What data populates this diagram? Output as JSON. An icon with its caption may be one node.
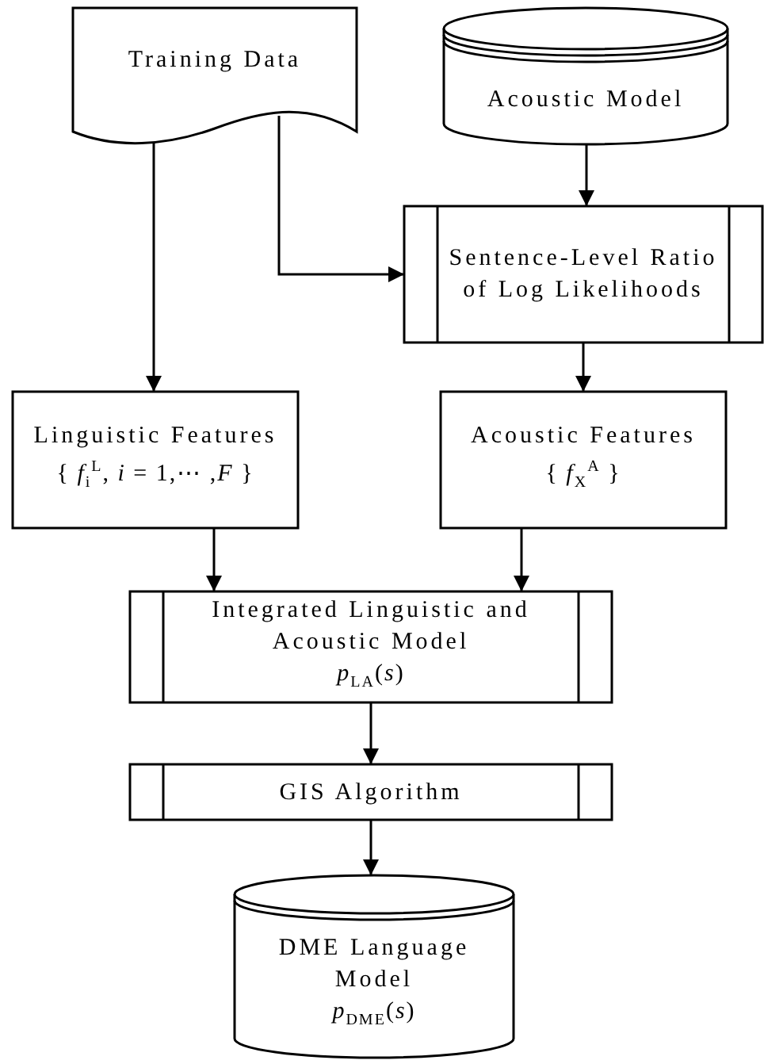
{
  "diagram": {
    "nodes": [
      {
        "text": [
          "Training Data"
        ]
      },
      {
        "text": [
          "Acoustic Model"
        ]
      },
      {
        "text": [
          "Sentence-Level Ratio of Log Likelihoods"
        ]
      },
      {
        "text": [
          "Linguistic Features",
          "{ *f*$_{i}$$^{L}$, *i* = 1,⋯ ,*F* }"
        ]
      },
      {
        "text": [
          "Acoustic Features",
          "{ *f*$_{X}$$^{A}$ }"
        ]
      },
      {
        "text": [
          "Integrated Linguistic and Acoustic Model",
          "*p*$_{LA}$(*s*)"
        ]
      },
      {
        "text": [
          "GIS Algorithm"
        ]
      },
      {
        "text": [
          "DME Language Model",
          "*p*$_{DME}$(*s*)"
        ]
      }
    ],
    "edges": [
      {
        "from": 0,
        "to": 3,
        "arrow": "to"
      },
      {
        "from": 0,
        "to": 2,
        "arrow": "to"
      },
      {
        "from": 1,
        "to": 2,
        "arrow": "to"
      },
      {
        "from": 2,
        "to": 4,
        "arrow": "to"
      },
      {
        "from": 3,
        "to": 5,
        "arrow": "to"
      },
      {
        "from": 4,
        "to": 5,
        "arrow": "to"
      },
      {
        "from": 5,
        "to": 6,
        "arrow": "to"
      },
      {
        "from": 6,
        "to": 7,
        "arrow": "to"
      }
    ]
  }
}
